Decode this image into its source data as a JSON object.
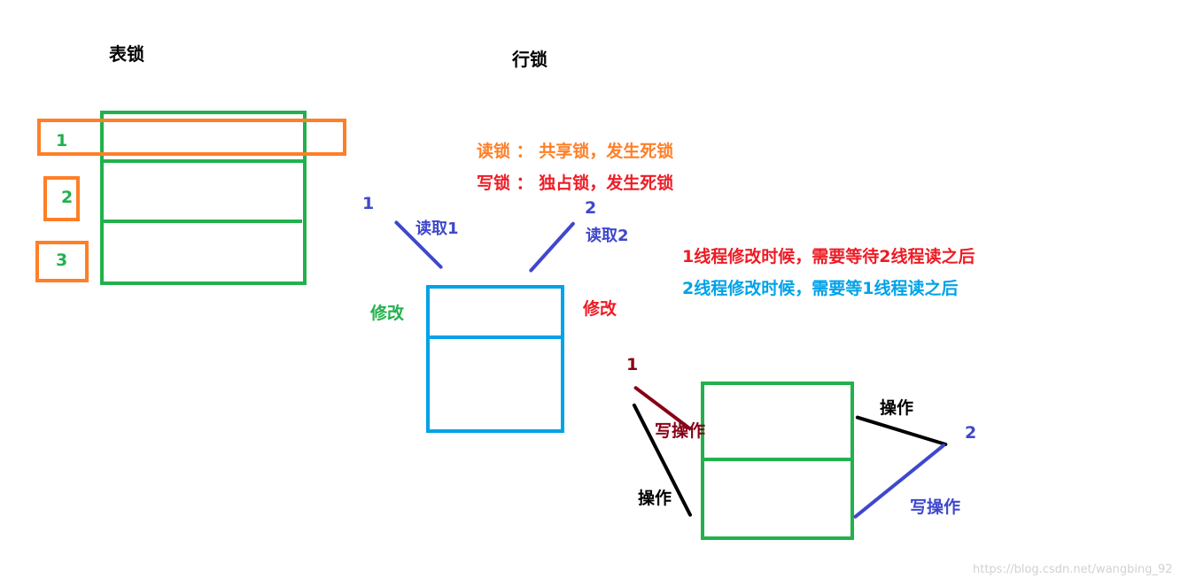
{
  "colors": {
    "green": "#22b14c",
    "orange": "#ff7f27",
    "blue": "#00a2e8",
    "indigo": "#3f48cc",
    "red": "#ed1c24",
    "maroon": "#880015",
    "black": "#000000"
  },
  "table_lock": {
    "title": "表锁",
    "row1": "1",
    "row2": "2",
    "row3": "3"
  },
  "row_lock": {
    "title": "行锁",
    "read_lock_rule": "读锁 ： 共享锁，发生死锁",
    "write_lock_rule": "写锁 ： 独占锁，发生死锁",
    "thread1": "1",
    "thread2": "2",
    "read1": "读取1",
    "read2": "读取2",
    "modify_left": "修改",
    "modify_right": "修改"
  },
  "deadlock": {
    "note_red": "1线程修改时候，需要等待2线程读之后",
    "note_blue": "2线程修改时候，需要等1线程读之后",
    "thread1": "1",
    "thread2": "2",
    "write_op_left": "写操作",
    "op_left": "操作",
    "op_right": "操作",
    "write_op_right": "写操作"
  },
  "watermark": "https://blog.csdn.net/wangbing_92"
}
